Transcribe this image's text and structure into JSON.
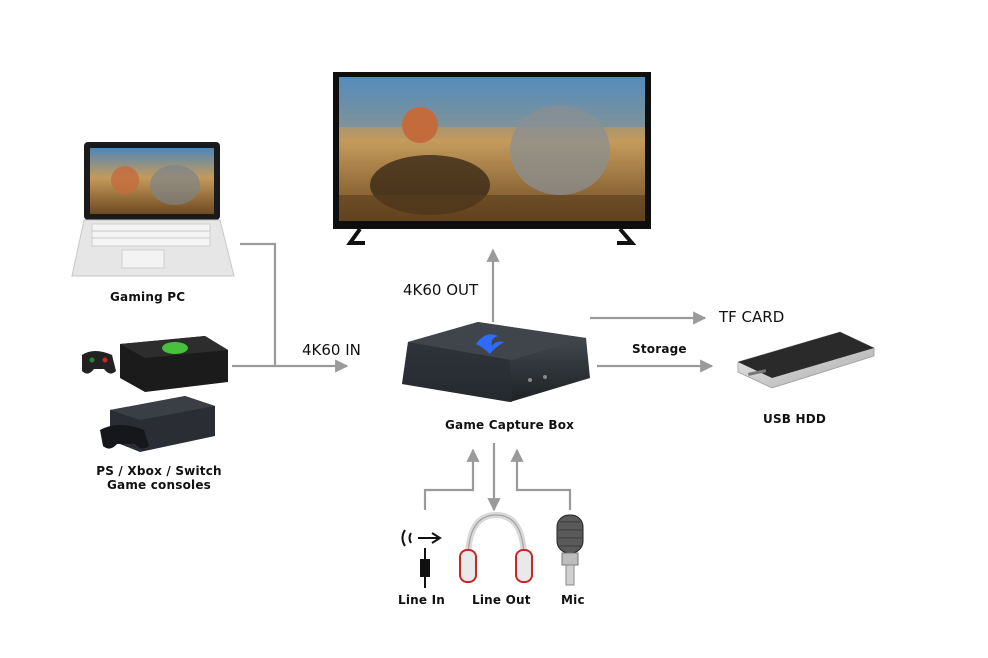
{
  "labels": {
    "gaming_pc": "Gaming PC",
    "consoles_line1": "PS / Xbox / Switch",
    "consoles_line2": "Game consoles",
    "in_4k60": "4K60 IN",
    "out_4k60": "4K60 OUT",
    "tf_card": "TF CARD",
    "storage": "Storage",
    "usb_hdd": "USB HDD",
    "capture_box": "Game Capture Box",
    "line_in": "Line In",
    "line_out": "Line Out",
    "mic": "Mic"
  },
  "colors": {
    "arrow": "#9a9a9a",
    "box_body": "#2b2f33",
    "box_logo": "#2f6bff",
    "tv_frame": "#111111",
    "hdd_body": "#d9d9d9"
  }
}
